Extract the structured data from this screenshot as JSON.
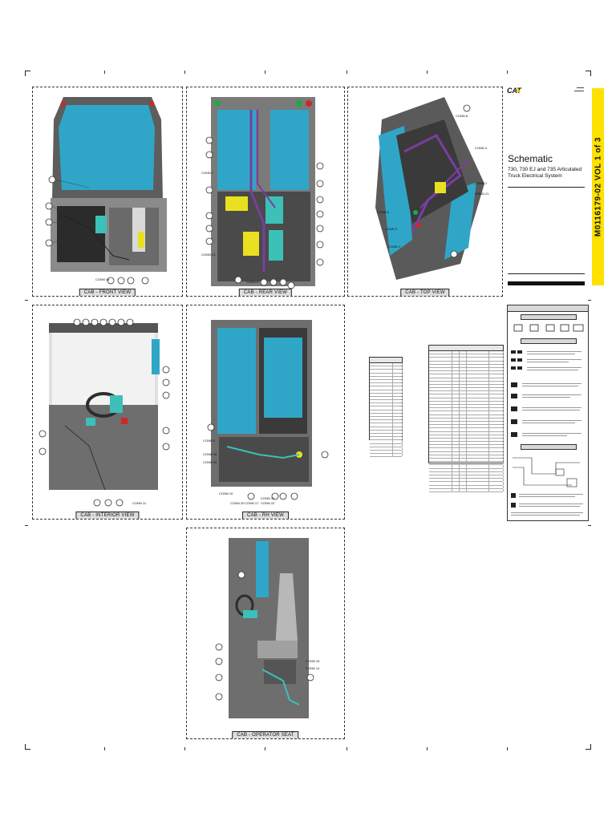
{
  "document": {
    "part_number": "M0116179-02 VOL 1 of 3",
    "schematic_title": "Schematic",
    "schematic_subtitle": "730, 730 EJ and 735 Articulated Truck Electrical System",
    "brand": "CAT"
  },
  "views": {
    "front": "CAB - FRONT VIEW",
    "rear": "CAB - REAR VIEW",
    "top": "CAB - TOP VIEW",
    "interior": "CAB - INTERIOR VIEW",
    "rh": "CAB - RH VIEW",
    "seat": "CAB - OPERATOR SEAT"
  },
  "connectors": {
    "top": [
      "CONN 8",
      "CONN 4",
      "CONN 2",
      "CONN 21",
      "CONN 5",
      "CONN 3",
      "CONN 1"
    ],
    "front": [
      "CONN 16"
    ],
    "rear": [
      "CONN 7",
      "CONN 13",
      "CONN 6"
    ],
    "interior": [
      "CONN 11"
    ],
    "rh": [
      "CONN 9",
      "CONN 18",
      "CONN 19",
      "CONN 10",
      "CONN 20",
      "CONN 17",
      "CONN 12",
      "CONN 22"
    ],
    "seat": [
      "CONN 15",
      "CONN 14"
    ]
  },
  "colors": {
    "glass": "#2fa6c8",
    "cab": "#6e6e6e",
    "harness_purple": "#7a3ea0",
    "module_teal": "#3cc0b8",
    "module_yellow": "#e8e020",
    "accent_yellow": "#ffe100",
    "green_light": "#1fa84a",
    "red_light": "#d0262c"
  }
}
